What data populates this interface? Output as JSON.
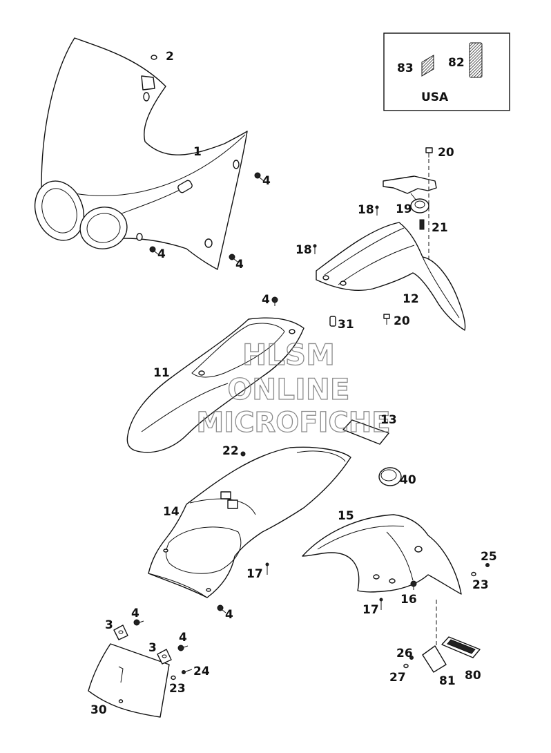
{
  "callouts": {
    "c1": "1",
    "c2": "2",
    "c3a": "3",
    "c3b": "3",
    "c4a": "4",
    "c4b": "4",
    "c4c": "4",
    "c4d": "4",
    "c4e": "4",
    "c4f": "4",
    "c4g": "4",
    "c11": "11",
    "c12": "12",
    "c13": "13",
    "c14": "14",
    "c15": "15",
    "c16": "16",
    "c17a": "17",
    "c17b": "17",
    "c18a": "18",
    "c18b": "18",
    "c19": "19",
    "c20a": "20",
    "c20b": "20",
    "c21": "21",
    "c22": "22",
    "c23a": "23",
    "c23b": "23",
    "c24": "24",
    "c25": "25",
    "c26": "26",
    "c27": "27",
    "c30": "30",
    "c31": "31",
    "c40": "40",
    "c80": "80",
    "c81": "81",
    "c82": "82",
    "c83": "83"
  },
  "inset": {
    "region_label": "USA"
  },
  "watermark": {
    "line1": "HLSM",
    "line2": "ONLINE",
    "line3": "MICROFICHE"
  }
}
